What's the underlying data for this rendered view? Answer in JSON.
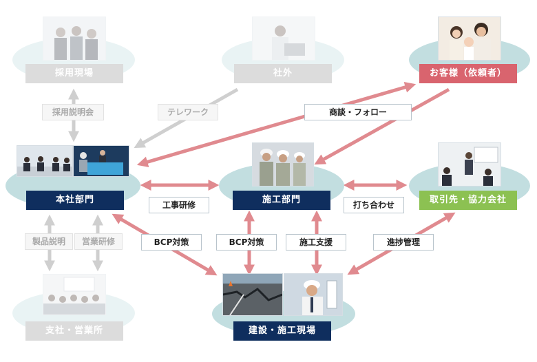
{
  "colors": {
    "navy": "#0f2e5e",
    "gray": "#9e9e9e",
    "red": "#d9646e",
    "green": "#8cc152",
    "ellipse": "#c2dee0",
    "arrow_red": "#e08a8f",
    "arrow_gray": "#cfcfcf"
  },
  "nodes": {
    "recruit": {
      "label": "採用現場",
      "photo": "people-meeting"
    },
    "outside": {
      "label": "社外",
      "photo": "person-at-laptop"
    },
    "client": {
      "label": "お客様（依頼者）",
      "photo": "family"
    },
    "headquarters": {
      "label": "本社部門",
      "photo": "office-meeting"
    },
    "construction": {
      "label": "施工部門",
      "photo": "construction-workers"
    },
    "partners": {
      "label": "取引先・協力会社",
      "photo": "presentation"
    },
    "branch": {
      "label": "支社・営業所",
      "photo": "seminar-audience"
    },
    "site": {
      "label": "建設・施工現場",
      "photo": "road-crack-and-engineer"
    }
  },
  "tags": {
    "recruit_briefing": "採用説明会",
    "telework": "テレワーク",
    "sales_followup": "商談・フォロー",
    "construction_training": "工事研修",
    "coordination": "打ち合わせ",
    "product_explanation": "製品説明",
    "sales_training": "営業研修",
    "bcp_hq": "BCP対策",
    "bcp_construction": "BCP対策",
    "construction_support": "施工支援",
    "progress_management": "進捗管理"
  }
}
